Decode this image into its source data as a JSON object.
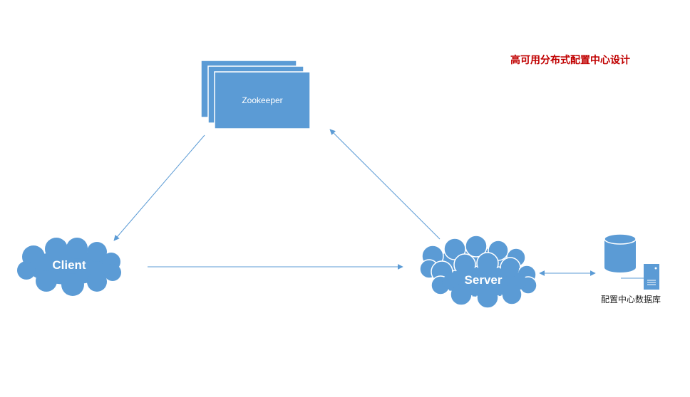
{
  "title": "高可用分布式配置中心设计",
  "nodes": {
    "zookeeper": {
      "label": "Zookeeper"
    },
    "client": {
      "label": "Client"
    },
    "server": {
      "label": "Server"
    },
    "database": {
      "label": "配置中心数据库"
    }
  },
  "edges": [
    {
      "from": "zookeeper",
      "to": "client",
      "direction": "one-way"
    },
    {
      "from": "client",
      "to": "server",
      "direction": "one-way"
    },
    {
      "from": "server",
      "to": "zookeeper",
      "direction": "one-way"
    },
    {
      "from": "server",
      "to": "database",
      "direction": "two-way"
    }
  ],
  "colors": {
    "shape_fill": "#5b9bd5",
    "shape_stroke": "#ffffff",
    "arrow": "#5b9bd5",
    "title": "#c00000",
    "label_light": "#ffffff",
    "label_dark": "#1f1f1f"
  }
}
